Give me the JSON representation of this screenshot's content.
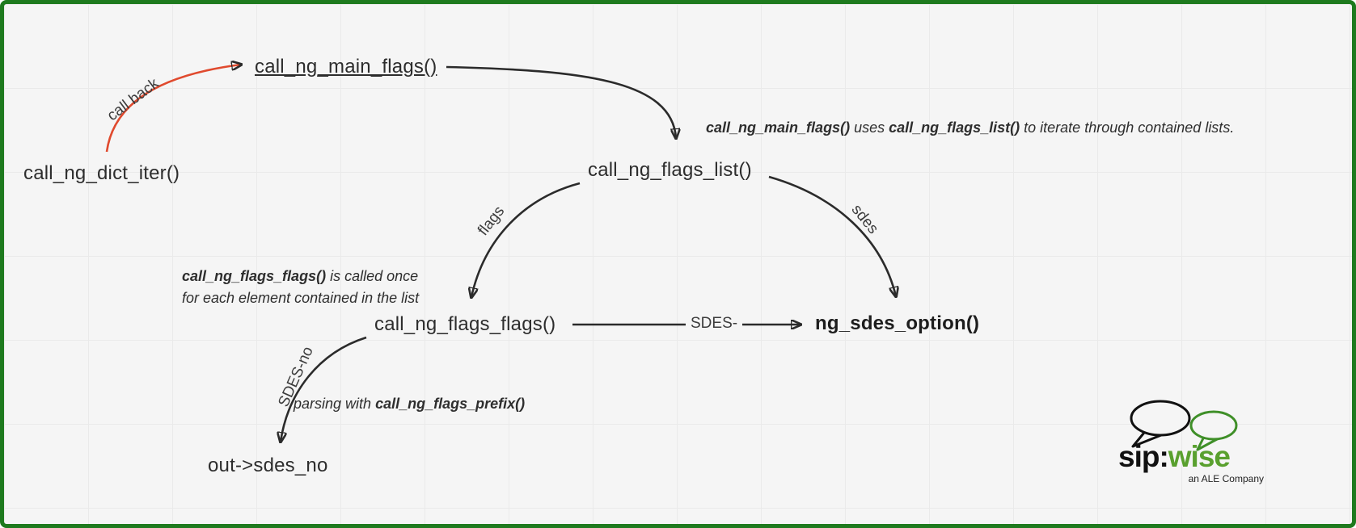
{
  "diagram": {
    "nodes": {
      "dict_iter": "call_ng_dict_iter()",
      "main_flags": "call_ng_main_flags()",
      "flags_list": "call_ng_flags_list()",
      "flags_flags": "call_ng_flags_flags()",
      "sdes_option": "ng_sdes_option()",
      "out_sdes_no": "out->sdes_no"
    },
    "edge_labels": {
      "call_back": "call back",
      "flags": "flags",
      "sdes": "sdes",
      "sdes_dash": "SDES-",
      "sdes_no": "SDES-no"
    },
    "annotations": {
      "main_flags_note": {
        "bold1": "call_ng_main_flags()",
        "text1": " uses ",
        "bold2": "call_ng_flags_list()",
        "text2": " to iterate through contained lists."
      },
      "flags_flags_note": {
        "bold1": "call_ng_flags_flags()",
        "text1": " is called once",
        "line2": "for each element contained in the list"
      },
      "prefix_note": {
        "text1": "parsing with ",
        "bold1": "call_ng_flags_prefix()"
      }
    }
  },
  "logo": {
    "brand_black": "sip:",
    "brand_green": "wise",
    "tagline": "an ALE Company"
  },
  "colors": {
    "background": "#f5f5f5",
    "grid_line": "#eaeaea",
    "border_green": "#1e7a1e",
    "arrow_dark": "#2b2b2b",
    "arrow_red": "#e04a2e",
    "logo_green": "#59a02e",
    "text_dark": "#2e2e2e"
  }
}
